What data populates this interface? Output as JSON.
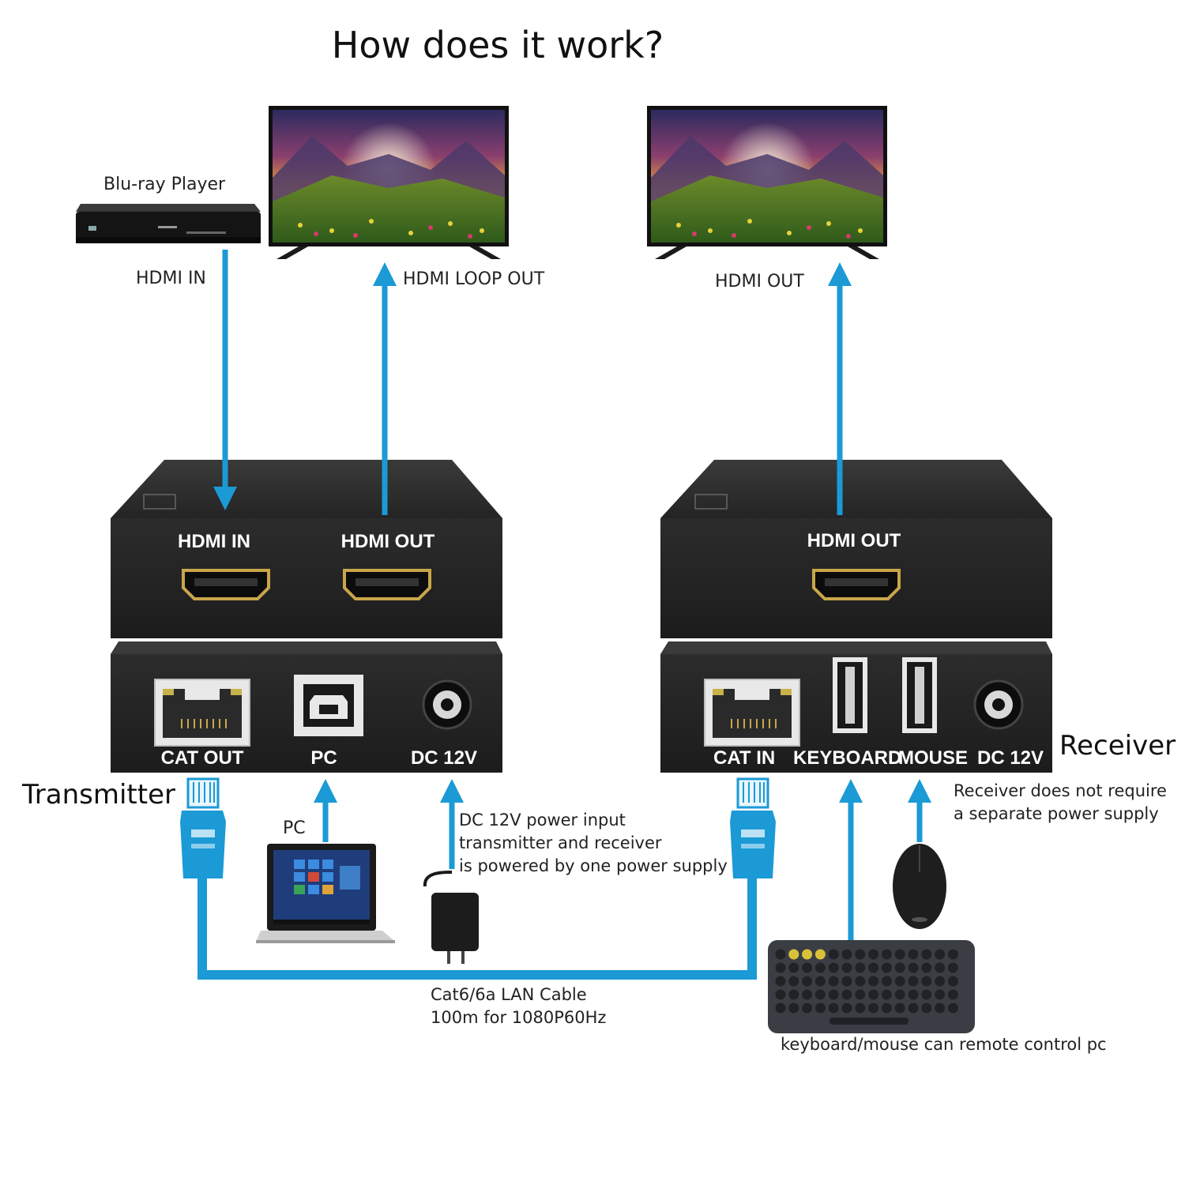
{
  "title": "How does it work?",
  "colors": {
    "cable": "#1b9ad6",
    "device": "#2b2b2b",
    "port_gold": "#c9a64a"
  },
  "sources": {
    "bluray_label": "Blu-ray Player",
    "pc_label": "PC"
  },
  "connections": {
    "hdmi_in": "HDMI IN",
    "hdmi_loop_out": "HDMI LOOP OUT",
    "hdmi_out": "HDMI OUT"
  },
  "transmitter": {
    "name": "Transmitter",
    "front_ports": [
      "HDMI IN",
      "HDMI OUT"
    ],
    "rear_ports": [
      "CAT OUT",
      "PC",
      "DC 12V"
    ]
  },
  "receiver": {
    "name": "Receiver",
    "front_port": "HDMI OUT",
    "rear_ports": [
      "CAT IN",
      "KEYBOARD",
      "MOUSE",
      "DC 12V"
    ]
  },
  "notes": {
    "power": [
      "DC 12V power input",
      "transmitter and receiver",
      "is powered by one power supply"
    ],
    "receiver_power": [
      "Receiver does not require",
      "a separate power supply"
    ],
    "cable": [
      "Cat6/6a LAN Cable",
      "100m for 1080P60Hz"
    ],
    "remote": "keyboard/mouse can remote control pc"
  }
}
